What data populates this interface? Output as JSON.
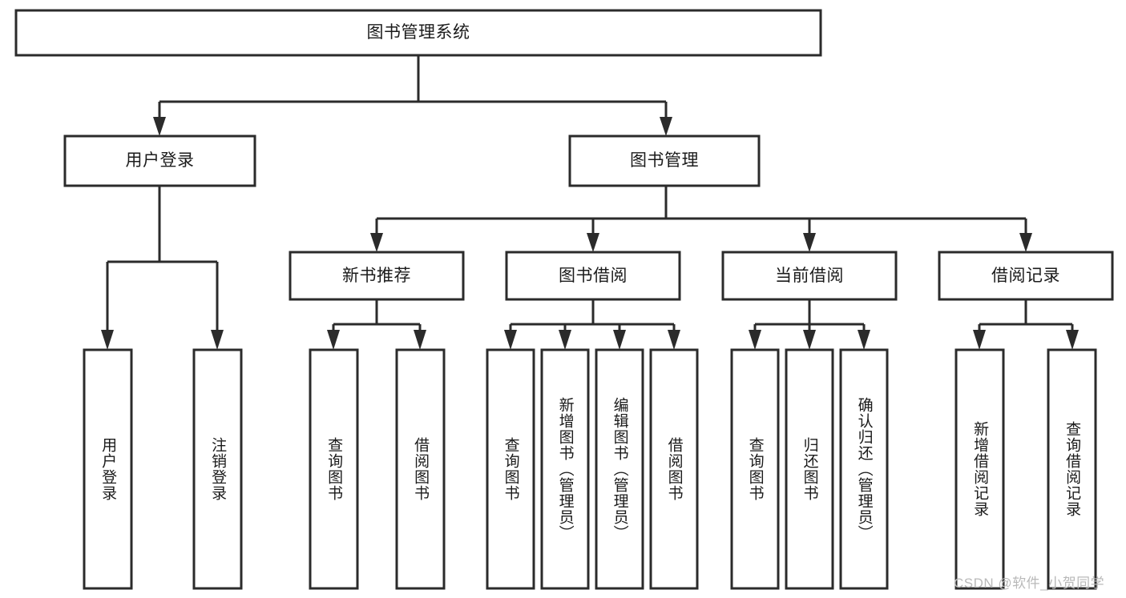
{
  "diagram": {
    "kind": "system-function-tree",
    "root": {
      "id": "root",
      "label": "图书管理系统"
    },
    "level2": [
      {
        "id": "user-login",
        "label": "用户登录"
      },
      {
        "id": "book-manage",
        "label": "图书管理"
      }
    ],
    "level3": [
      {
        "id": "new-book-recommend",
        "label": "新书推荐"
      },
      {
        "id": "book-borrow",
        "label": "图书借阅"
      },
      {
        "id": "current-borrow",
        "label": "当前借阅"
      },
      {
        "id": "borrow-record",
        "label": "借阅记录"
      }
    ],
    "leaves": {
      "user_login": [
        {
          "id": "leaf-user-login",
          "label": "用户登录"
        },
        {
          "id": "leaf-logout-login",
          "label": "注销登录"
        }
      ],
      "new_book_recommend": [
        {
          "id": "leaf-query-book-1",
          "label": "查询图书"
        },
        {
          "id": "leaf-borrow-book-1",
          "label": "借阅图书"
        }
      ],
      "book_borrow": [
        {
          "id": "leaf-query-book-2",
          "label": "查询图书"
        },
        {
          "id": "leaf-add-book",
          "label": "新增图书（管理员）"
        },
        {
          "id": "leaf-edit-book",
          "label": "编辑图书（管理员）"
        },
        {
          "id": "leaf-borrow-book-2",
          "label": "借阅图书"
        }
      ],
      "current_borrow": [
        {
          "id": "leaf-query-book-3",
          "label": "查询图书"
        },
        {
          "id": "leaf-return-book",
          "label": "归还图书"
        },
        {
          "id": "leaf-confirm-return",
          "label": "确认归还（管理员）"
        }
      ],
      "borrow_record": [
        {
          "id": "leaf-add-record",
          "label": "新增借阅记录"
        },
        {
          "id": "leaf-query-record",
          "label": "查询借阅记录"
        }
      ]
    }
  },
  "watermark": {
    "text": "CSDN @软件_小贺同学"
  },
  "colors": {
    "stroke": "#2b2b2b",
    "box_fill": "#ffffff",
    "text": "#1b1b1b",
    "watermark": "#b9b9b9",
    "background": "#ffffff"
  }
}
